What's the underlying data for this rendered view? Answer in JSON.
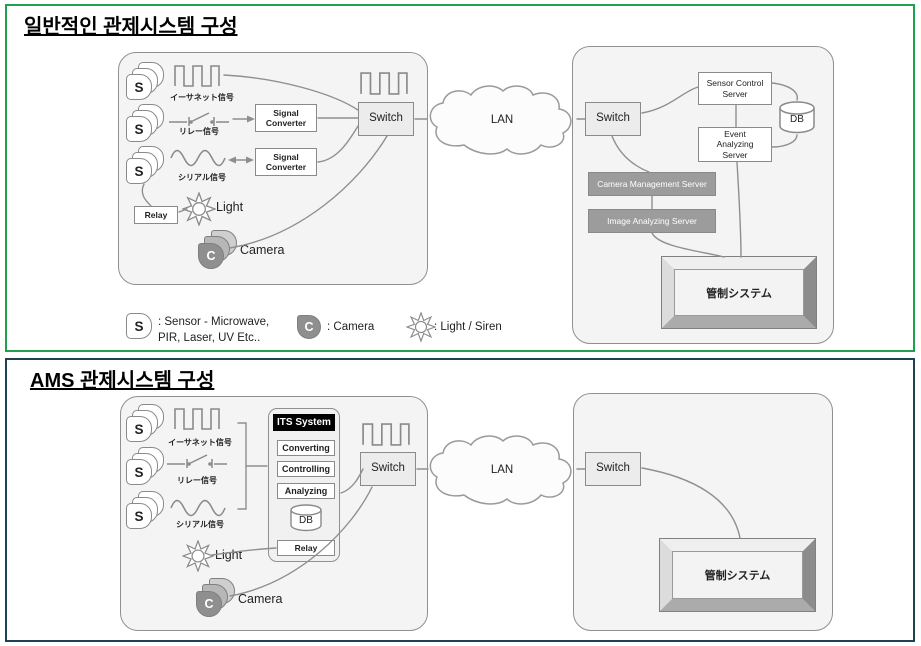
{
  "colors": {
    "panel_general_border": "#1FA150",
    "panel_ams_border": "#1C4254",
    "diagram_line_gray": "#8F8F8F",
    "server_box_gray": "#9C9C9C",
    "its_header_bg": "#000000"
  },
  "panel_general": {
    "title": "일반적인 관제시스템 구성",
    "sensor_symbol": "S",
    "camera_symbol": "C",
    "signal_labels": [
      "イーサネット信号",
      "リレー信号",
      "シリアル信号"
    ],
    "signal_converter_label": "Signal\nConverter",
    "relay_label": "Relay",
    "light_label": "Light",
    "camera_label": "Camera",
    "switch_label_left": "Switch",
    "switch_label_right": "Switch",
    "lan_label": "LAN",
    "sensor_control_server": "Sensor Control\nServer",
    "db_label": "DB",
    "event_analyzing_server": "Event\nAnalyzing\nServer",
    "camera_management_server": "Camera Management Server",
    "image_analyzing_server": "Image Analyzing Server",
    "control_system_label": "管制システム",
    "legend": {
      "sensor_symbol": "S",
      "sensor_desc": ": Sensor - Microwave,\nPIR, Laser, UV Etc..",
      "camera_symbol": "C",
      "camera_desc": ": Camera",
      "light_desc": ": Light / Siren"
    }
  },
  "panel_ams": {
    "title": "AMS 관제시스템 구성",
    "sensor_symbol": "S",
    "camera_symbol": "C",
    "signal_labels": [
      "イーサネット信号",
      "リレー信号",
      "シリアル信号"
    ],
    "its_system": {
      "title": "ITS System",
      "modules": [
        "Converting",
        "Controlling",
        "Analyzing"
      ],
      "db_label": "DB",
      "relay_label": "Relay"
    },
    "light_label": "Light",
    "camera_label": "Camera",
    "switch_label_left": "Switch",
    "switch_label_right": "Switch",
    "lan_label": "LAN",
    "control_system_label": "管制システム"
  }
}
